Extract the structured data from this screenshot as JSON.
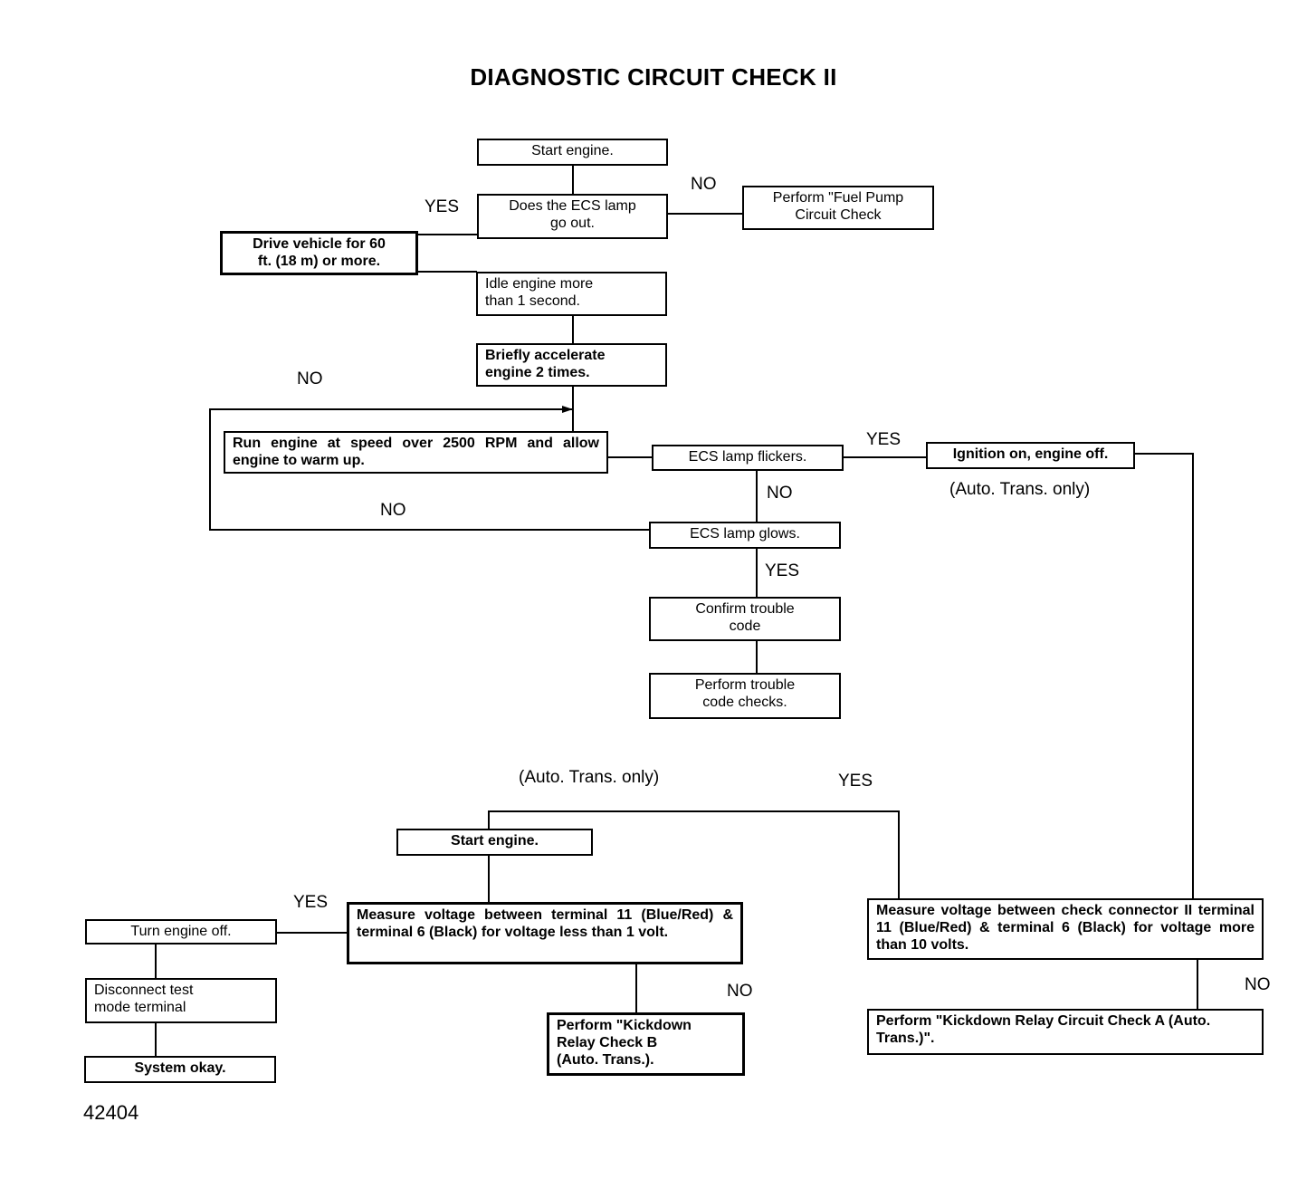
{
  "title": "DIAGNOSTIC CIRCUIT CHECK II",
  "nodes": {
    "start_engine_1": "Start engine.",
    "ecs_lamp_out": "Does the ECS lamp\ngo out.",
    "fuel_pump_check": "Perform \"Fuel Pump\nCircuit Check",
    "drive_vehicle": "Drive vehicle for 60\nft. (18 m) or more.",
    "idle_engine": "Idle engine more\nthan 1 second.",
    "briefly_accelerate": "Briefly accelerate\nengine 2 times.",
    "run_engine": "Run engine at speed over 2500 RPM and allow engine to warm up.",
    "ecs_flickers": "ECS lamp flickers.",
    "ignition_on": "Ignition on, engine off.",
    "ecs_glows": "ECS lamp glows.",
    "confirm_code": "Confirm trouble\ncode",
    "perform_code_checks": "Perform trouble\ncode checks.",
    "start_engine_2": "Start engine.",
    "measure_less_1v": "Measure voltage between terminal 11 (Blue/Red) & terminal 6 (Black) for voltage less than 1 volt.",
    "measure_more_10v": "Measure voltage between check connector II terminal 11 (Blue/Red) & terminal 6 (Black) for voltage more than 10 volts.",
    "turn_engine_off": "Turn engine off.",
    "disconnect_test": "Disconnect test\nmode terminal",
    "system_okay": "System okay.",
    "kickdown_b": "Perform \"Kickdown\nRelay Check B\n(Auto. Trans.).",
    "kickdown_a": "Perform \"Kickdown Relay Circuit Check A (Auto. Trans.)\"."
  },
  "labels": {
    "no_fuel": "NO",
    "yes_drive": "YES",
    "no_loop_top": "NO",
    "yes_ignition": "YES",
    "no_flickers": "NO",
    "no_glows": "NO",
    "yes_glows": "YES",
    "yes_measure10": "YES",
    "yes_turn_off": "YES",
    "no_kickdown_b": "NO",
    "no_kickdown_a": "NO"
  },
  "notes": {
    "auto_trans_1": "(Auto. Trans. only)",
    "auto_trans_2": "(Auto. Trans. only)"
  },
  "figure_id": "42404"
}
